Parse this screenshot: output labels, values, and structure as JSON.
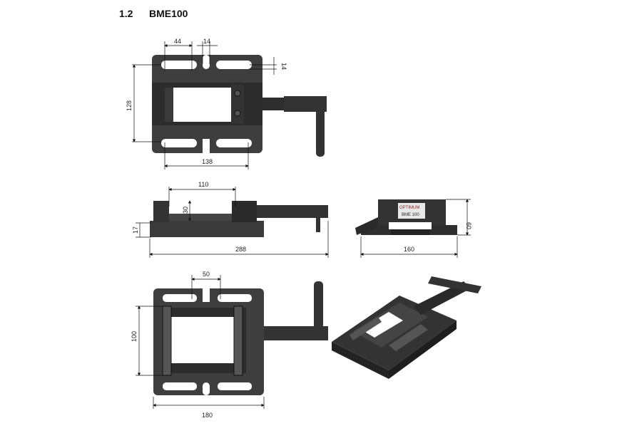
{
  "section": {
    "number": "1.2",
    "title": "BME100"
  },
  "views": {
    "top": {
      "dims": {
        "slot_length": "44",
        "slot_gap": "14",
        "slot_width": "14",
        "hole_spacing_y": "128",
        "hole_spacing_x": "138"
      }
    },
    "side": {
      "dims": {
        "jaw_opening": "110",
        "jaw_height": "30",
        "base_height": "17",
        "overall_length": "288"
      }
    },
    "end": {
      "dims": {
        "width": "160",
        "height": "60"
      },
      "label": {
        "brand": "OPTIMUM",
        "model": "BME 100"
      }
    },
    "bottom": {
      "dims": {
        "slot_spacing": "50",
        "hole_spacing_y": "100",
        "width": "180"
      }
    }
  },
  "colors": {
    "body": "#3a3a3a",
    "dark": "#1e1e1e",
    "line": "#111111"
  }
}
